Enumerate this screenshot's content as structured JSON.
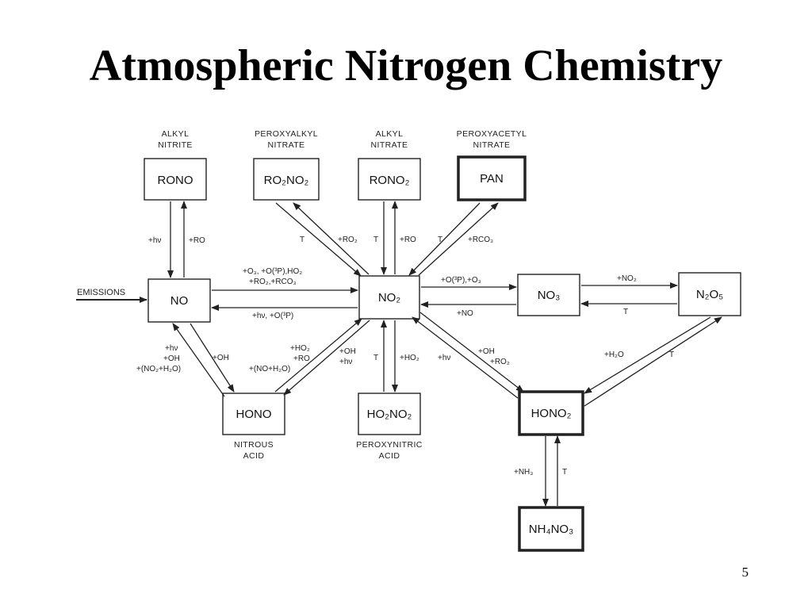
{
  "slide": {
    "title": "Atmospheric Nitrogen Chemistry",
    "page_number": "5"
  },
  "species": {
    "rono": "RONO",
    "ro2no2": "RO₂NO₂",
    "rono2": "RONO₂",
    "pan": "PAN",
    "no": "NO",
    "no2": "NO₂",
    "no3": "NO₃",
    "n2o5": "N₂O₅",
    "hono": "HONO",
    "ho2no2": "HO₂NO₂",
    "hono2": "HONO₂",
    "nh4no3": "NH₄NO₃"
  },
  "captions": {
    "rono_1": "ALKYL",
    "rono_2": "NITRITE",
    "ro2no2_1": "PEROXYALKYL",
    "ro2no2_2": "NITRATE",
    "rono2_1": "ALKYL",
    "rono2_2": "NITRATE",
    "pan_1": "PEROXYACETYL",
    "pan_2": "NITRATE",
    "hono_1": "NITROUS",
    "hono_2": "ACID",
    "ho2no2_1": "PEROXYNITRIC",
    "ho2no2_2": "ACID"
  },
  "emissions_label": "EMISSIONS",
  "reactions": {
    "no_rono_down": "+hν",
    "no_rono_up": "+RO",
    "no_no2_top_1": "+O₃, +O(³P),HO₂",
    "no_no2_top_2": "+RO₂,+RCO₃",
    "no2_no_bottom": "+hν, +O(³P)",
    "ro2no2_T": "T",
    "ro2no2_plus": "+RO₂",
    "rono2_T": "T",
    "rono2_plus": "+RO",
    "pan_T": "T",
    "pan_plus": "+RCO₃",
    "no2_no3_top": "+O(³P),+O₃",
    "no3_no2_bottom": "+NO",
    "no3_n2o5_top": "+NO₂",
    "n2o5_no3_bottom": "T",
    "no_hono_1": "+hν",
    "no_hono_2": "+OH",
    "no_hono_3": "+(NO₂+H₂O)",
    "no_hono_oh": "+OH",
    "hono_no2_1": "+HO₂",
    "hono_no2_2": "+RO",
    "hono_no2_3": "+(NO+H₂O)",
    "no2_hono_1": "+OH",
    "no2_hono_2": "+hν",
    "ho2no2_T": "T",
    "ho2no2_plus": "+HO₂",
    "hono2_no2_hv": "+hν",
    "no2_hono2_1": "+OH",
    "no2_hono2_2": "+RO₂",
    "n2o5_hono2_h2o": "+H₂O",
    "hono2_n2o5_T": "T",
    "hono2_nh4no3_nh3": "+NH₃",
    "nh4no3_hono2_T": "T"
  }
}
